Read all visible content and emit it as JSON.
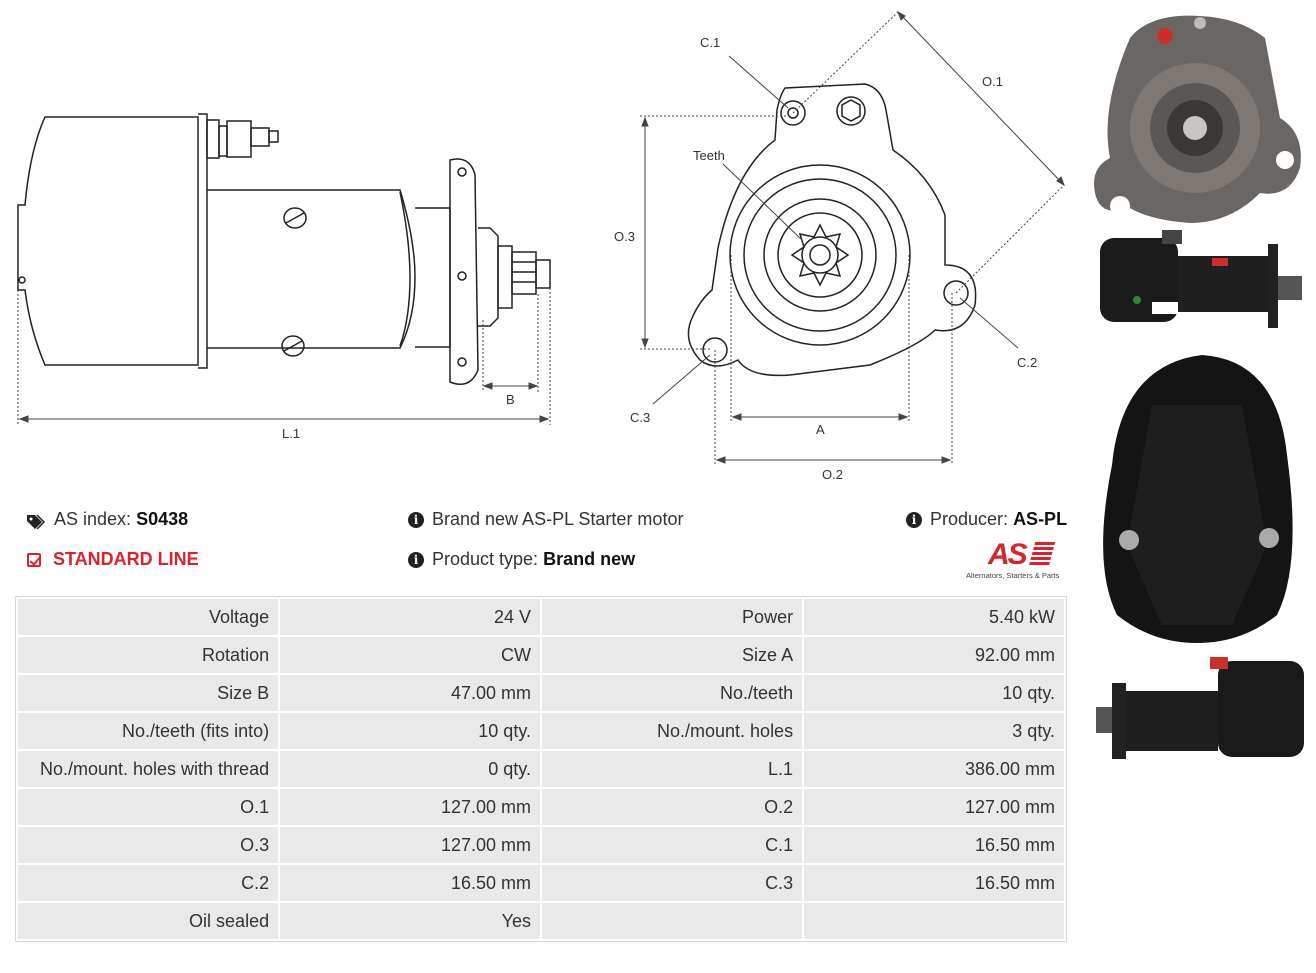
{
  "drawing_labels": {
    "l1": "L.1",
    "b": "B",
    "a": "A",
    "o1": "O.1",
    "o2": "O.2",
    "o3": "O.3",
    "c1": "C.1",
    "c2": "C.2",
    "c3": "C.3",
    "teeth": "Teeth"
  },
  "info": {
    "as_index_label": "AS index:",
    "as_index_value": "S0438",
    "standard_line": "STANDARD LINE",
    "description": "Brand new AS-PL Starter motor",
    "product_type_label": "Product type:",
    "product_type_value": "Brand new",
    "producer_label": "Producer:",
    "producer_value": "AS-PL"
  },
  "logo": {
    "mark": "AS",
    "tagline": "Alternators, Starters & Parts"
  },
  "specs": [
    [
      "Voltage",
      "24 V",
      "Power",
      "5.40 kW"
    ],
    [
      "Rotation",
      "CW",
      "Size A",
      "92.00 mm"
    ],
    [
      "Size B",
      "47.00 mm",
      "No./teeth",
      "10 qty."
    ],
    [
      "No./teeth (fits into)",
      "10 qty.",
      "No./mount. holes",
      "3 qty."
    ],
    [
      "No./mount. holes with thread",
      "0 qty.",
      "L.1",
      "386.00 mm"
    ],
    [
      "O.1",
      "127.00 mm",
      "O.2",
      "127.00 mm"
    ],
    [
      "O.3",
      "127.00 mm",
      "C.1",
      "16.50 mm"
    ],
    [
      "C.2",
      "16.50 mm",
      "C.3",
      "16.50 mm"
    ],
    [
      "Oil sealed",
      "Yes",
      "",
      ""
    ]
  ],
  "colors": {
    "accent_red": "#d9232d",
    "table_cell": "#e9e9e9",
    "motor_body": "#1a1a1a"
  }
}
